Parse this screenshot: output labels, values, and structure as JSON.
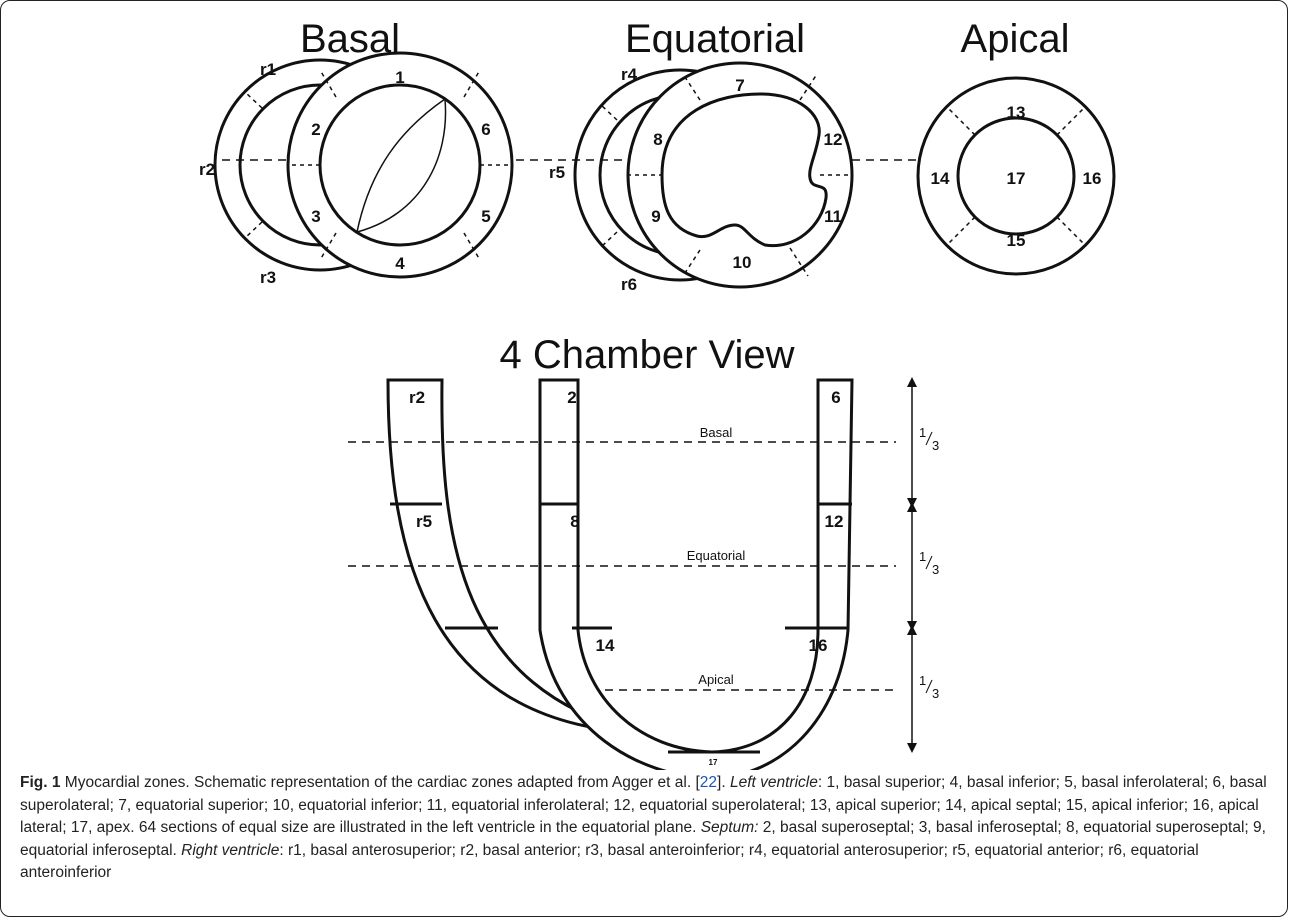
{
  "titles": {
    "basal": "Basal",
    "equatorial": "Equatorial",
    "apical": "Apical",
    "chamber": "4 Chamber View"
  },
  "basal_labels": {
    "s1": "1",
    "s2": "2",
    "s3": "3",
    "s4": "4",
    "s5": "5",
    "s6": "6",
    "r1": "r1",
    "r2": "r2",
    "r3": "r3"
  },
  "equatorial_labels": {
    "s7": "7",
    "s8": "8",
    "s9": "9",
    "s10": "10",
    "s11": "11",
    "s12": "12",
    "r4": "r4",
    "r5": "r5",
    "r6": "r6"
  },
  "apical_labels": {
    "s13": "13",
    "s14": "14",
    "s15": "15",
    "s16": "16",
    "s17": "17"
  },
  "chamber_labels": {
    "r2": "r2",
    "r5": "r5",
    "s2": "2",
    "s8": "8",
    "s14": "14",
    "s6": "6",
    "s12": "12",
    "s16": "16",
    "s17": "17",
    "basal": "Basal",
    "equatorial": "Equatorial",
    "apical": "Apical",
    "third_num": "1",
    "third_den": "3"
  },
  "caption": {
    "fig": "Fig. 1",
    "t1": " Myocardial zones. Schematic representation of the cardiac zones adapted from Agger et al. [",
    "ref": "22",
    "t2": "]. ",
    "lv": "Left ventricle",
    "t3": ": 1, basal superior; 4, basal inferior; 5, basal inferolateral; 6, basal superolateral; 7, equatorial superior; 10, equatorial inferior; 11, equatorial inferolateral; 12, equatorial superolateral; 13, apical superior; 14, apical septal; 15, apical inferior; 16, apical lateral; 17, apex. 64 sections of equal size are illustrated in the left ventricle in the equatorial plane. ",
    "septum": "Septum:",
    "t4": " 2, basal superoseptal; 3, basal inferoseptal; 8, equatorial superoseptal; 9, equatorial inferoseptal. ",
    "rv": "Right ventricle",
    "t5": ": r1, basal anterosuperior; r2, basal anterior; r3, basal anteroinferior; r4, equatorial anterosuperior; r5, equatorial anterior; r6, equatorial anteroinferior"
  }
}
